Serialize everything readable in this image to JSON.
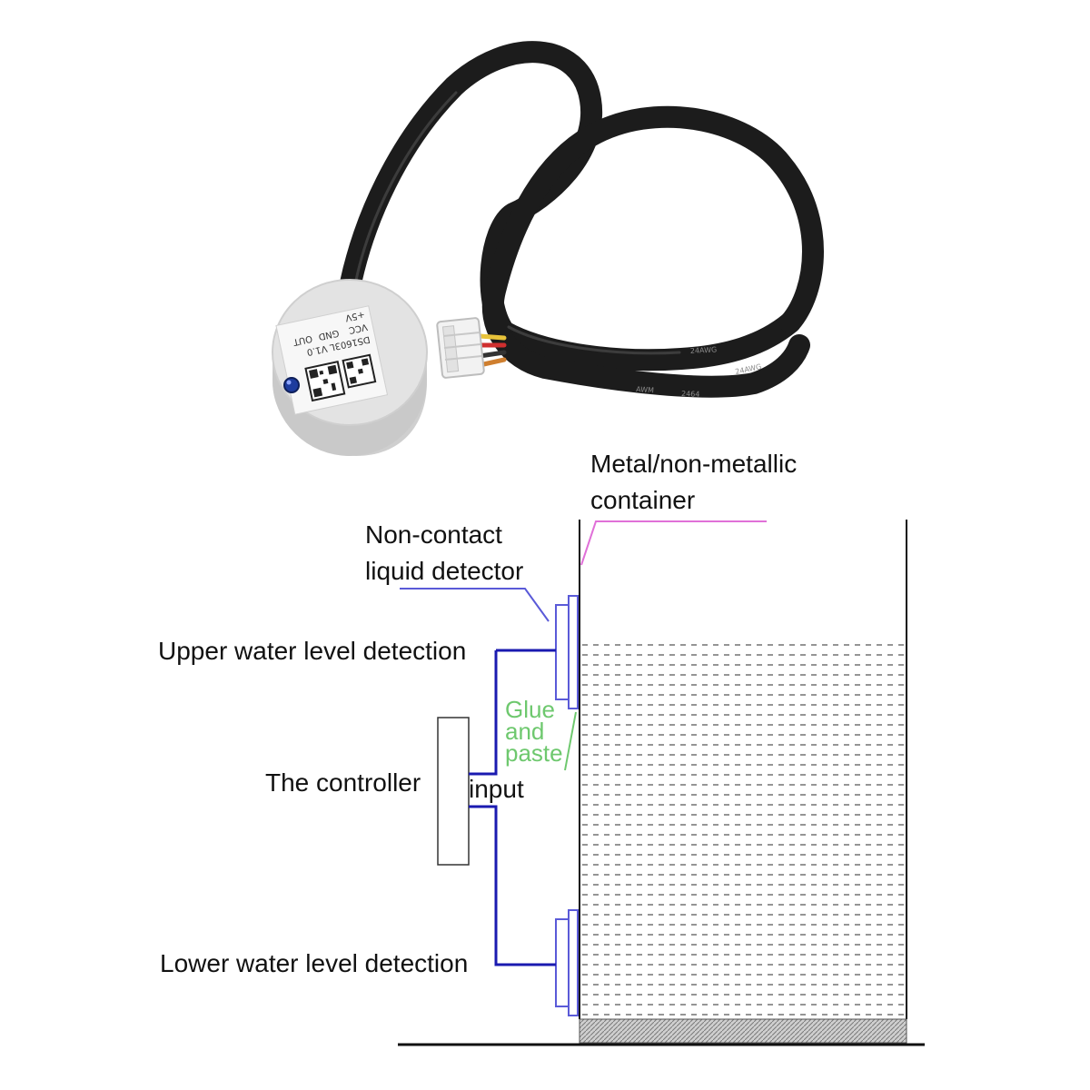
{
  "product_photo": {
    "sticker_lines": [
      "DS1603L V1.0",
      "VCC",
      "GND",
      "OUT",
      "+5V"
    ],
    "cable_print": [
      "24AWG",
      "24AWG",
      "AWM",
      "2464"
    ],
    "colors": {
      "cable": "#1c1c1c",
      "sensor_body": "#d6d6d6",
      "led": "#1e3c9e",
      "connector": "#f2f2f2"
    }
  },
  "diagram": {
    "container_label": [
      "Metal/non-metallic",
      "container"
    ],
    "detector_label": [
      "Non-contact",
      "liquid detector"
    ],
    "upper_label": "Upper water level detection",
    "lower_label": "Lower water level detection",
    "controller_label": "The controller",
    "input_label": "input",
    "glue_label": [
      "Glue",
      "and",
      "paste"
    ],
    "colors": {
      "wire": "#1a1ab0",
      "detector_leader": "#5a5ad8",
      "container_leader": "#e070d8",
      "glue": "#6ec86e",
      "text": "#111111",
      "water_dash": "#7a7a7a",
      "base_hatch": "#9a9a9a"
    }
  }
}
